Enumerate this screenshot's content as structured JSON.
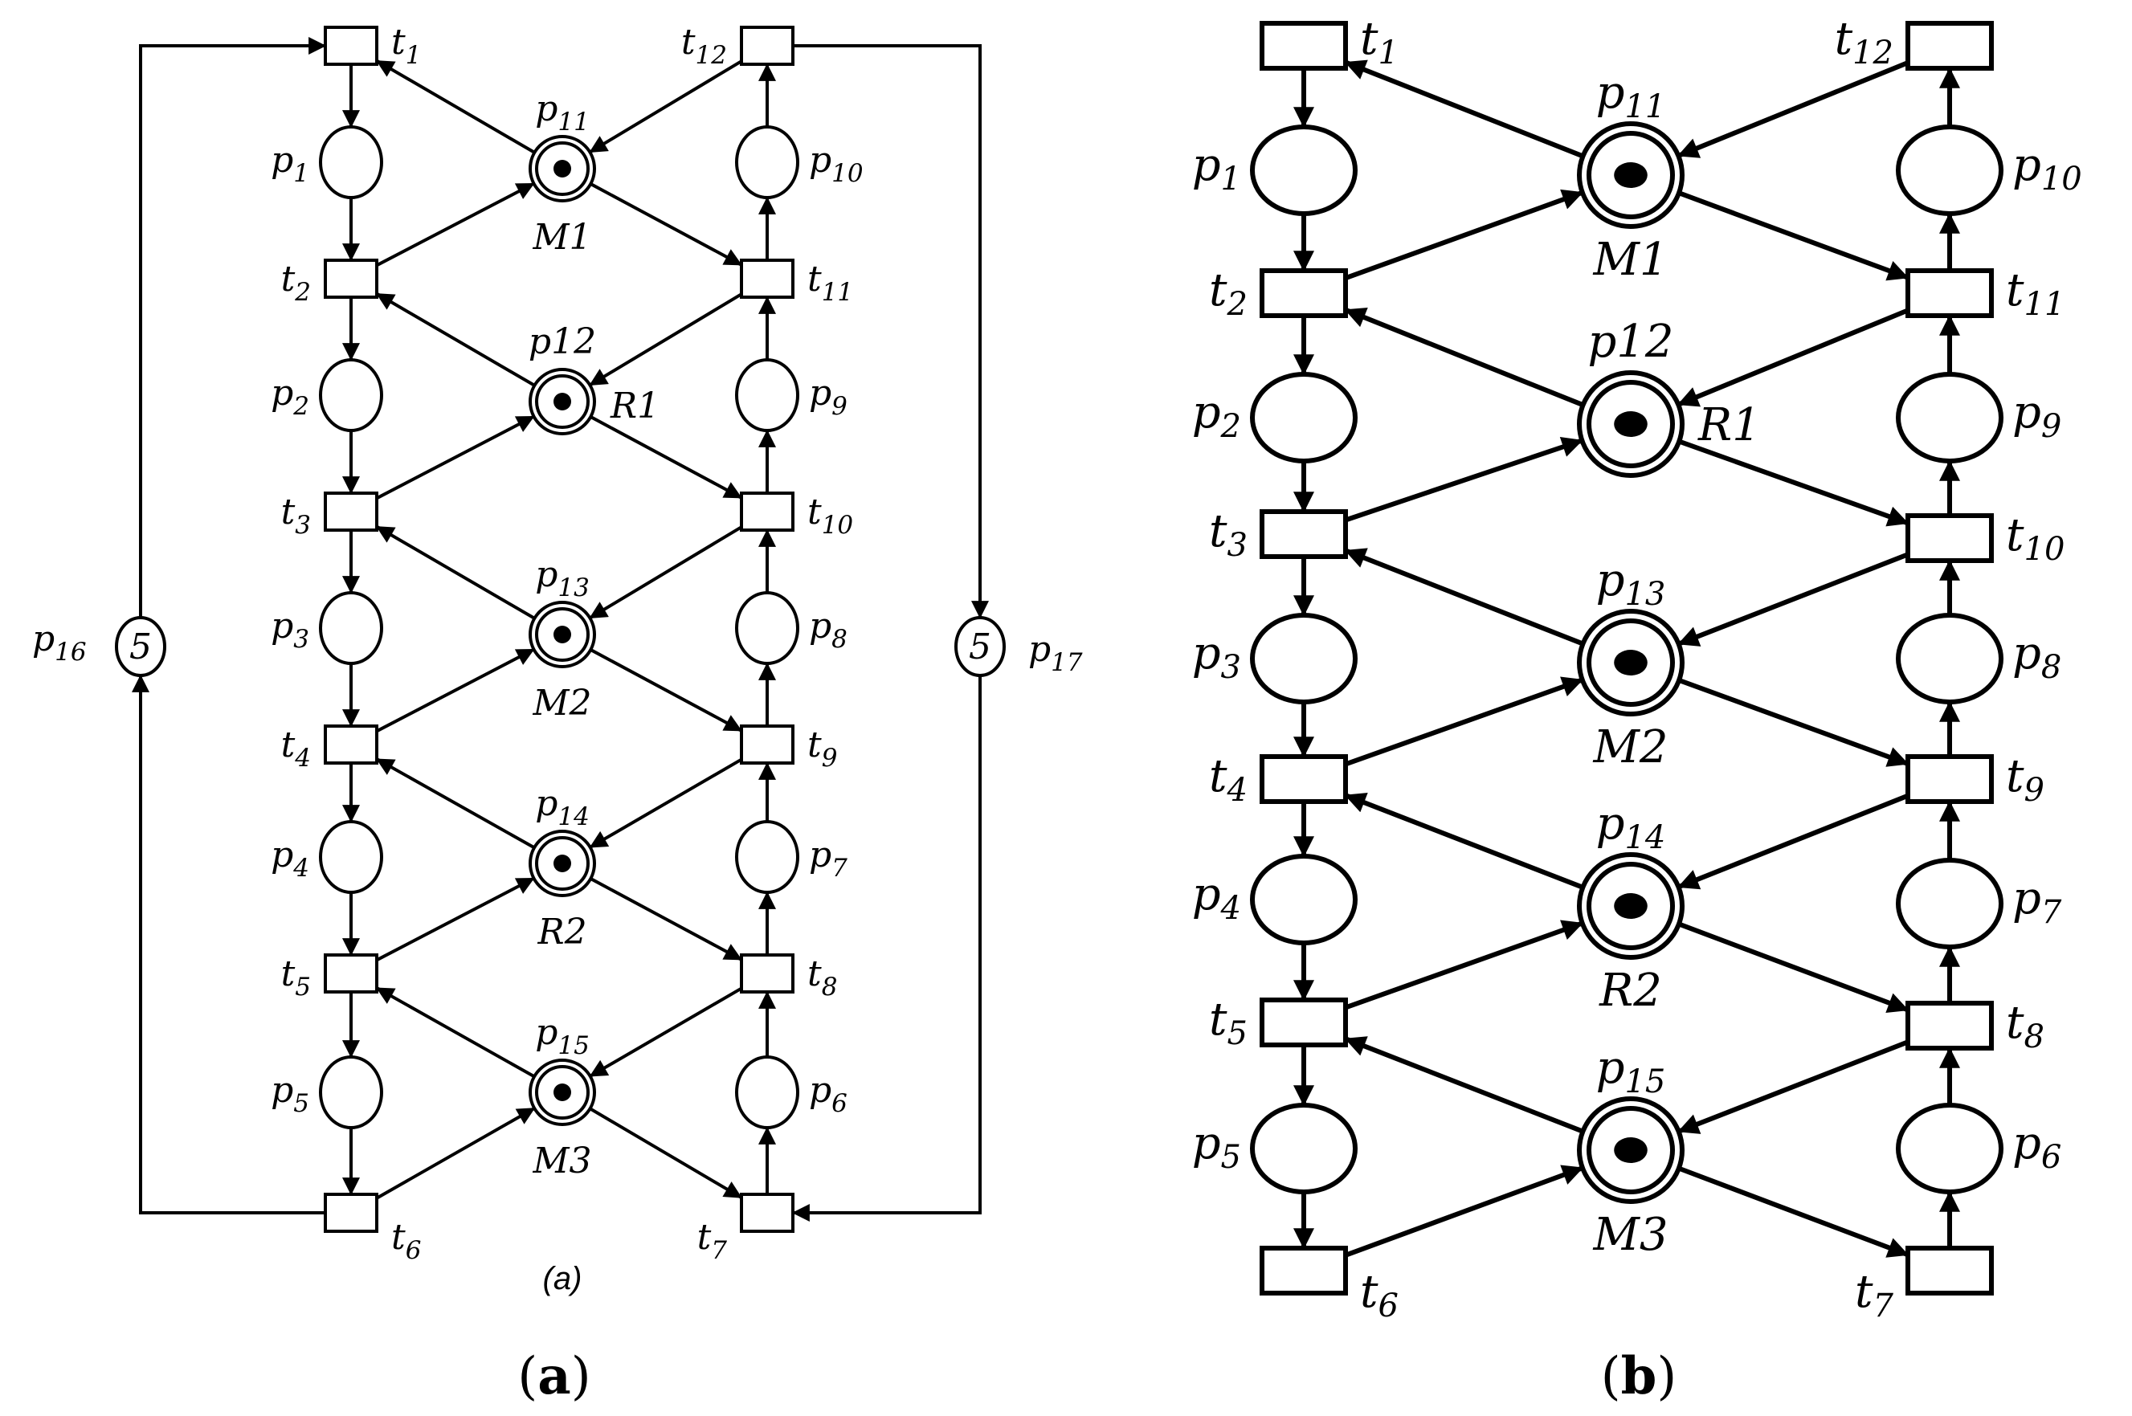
{
  "panels": [
    {
      "id": "a",
      "caption": "a",
      "inner_caption": "(a)",
      "places": {
        "p1": {
          "label": "p",
          "sub": "1"
        },
        "p2": {
          "label": "p",
          "sub": "2"
        },
        "p3": {
          "label": "p",
          "sub": "3"
        },
        "p4": {
          "label": "p",
          "sub": "4"
        },
        "p5": {
          "label": "p",
          "sub": "5"
        },
        "p6": {
          "label": "p",
          "sub": "6"
        },
        "p7": {
          "label": "p",
          "sub": "7"
        },
        "p8": {
          "label": "p",
          "sub": "8"
        },
        "p9": {
          "label": "p",
          "sub": "9"
        },
        "p10": {
          "label": "p",
          "sub": "10"
        },
        "p11": {
          "label": "p",
          "sub": "11",
          "tokens": 1,
          "resource": "M1"
        },
        "p12": {
          "label": "p12",
          "sub": "",
          "tokens": 1,
          "resource": "R1"
        },
        "p13": {
          "label": "p",
          "sub": "13",
          "tokens": 1,
          "resource": "M2"
        },
        "p14": {
          "label": "p",
          "sub": "14",
          "tokens": 1,
          "resource": "R2"
        },
        "p15": {
          "label": "p",
          "sub": "15",
          "tokens": 1,
          "resource": "M3"
        },
        "p16": {
          "label": "p",
          "sub": "16",
          "tokens_text": "5"
        },
        "p17": {
          "label": "p",
          "sub": "17",
          "tokens_text": "5"
        }
      },
      "transitions": {
        "t1": {
          "label": "t",
          "sub": "1"
        },
        "t2": {
          "label": "t",
          "sub": "2"
        },
        "t3": {
          "label": "t",
          "sub": "3"
        },
        "t4": {
          "label": "t",
          "sub": "4"
        },
        "t5": {
          "label": "t",
          "sub": "5"
        },
        "t6": {
          "label": "t",
          "sub": "6"
        },
        "t7": {
          "label": "t",
          "sub": "7"
        },
        "t8": {
          "label": "t",
          "sub": "8"
        },
        "t9": {
          "label": "t",
          "sub": "9"
        },
        "t10": {
          "label": "t",
          "sub": "10"
        },
        "t11": {
          "label": "t",
          "sub": "11"
        },
        "t12": {
          "label": "t",
          "sub": "12"
        }
      }
    },
    {
      "id": "b",
      "caption": "b",
      "places": {
        "p1": {
          "label": "p",
          "sub": "1"
        },
        "p2": {
          "label": "p",
          "sub": "2"
        },
        "p3": {
          "label": "p",
          "sub": "3"
        },
        "p4": {
          "label": "p",
          "sub": "4"
        },
        "p5": {
          "label": "p",
          "sub": "5"
        },
        "p6": {
          "label": "p",
          "sub": "6"
        },
        "p7": {
          "label": "p",
          "sub": "7"
        },
        "p8": {
          "label": "p",
          "sub": "8"
        },
        "p9": {
          "label": "p",
          "sub": "9"
        },
        "p10": {
          "label": "p",
          "sub": "10"
        },
        "p11": {
          "label": "p",
          "sub": "11",
          "tokens": 1,
          "resource": "M1"
        },
        "p12": {
          "label": "p12",
          "sub": "",
          "tokens": 1,
          "resource": "R1"
        },
        "p13": {
          "label": "p",
          "sub": "13",
          "tokens": 1,
          "resource": "M2"
        },
        "p14": {
          "label": "p",
          "sub": "14",
          "tokens": 1,
          "resource": "R2"
        },
        "p15": {
          "label": "p",
          "sub": "15",
          "tokens": 1,
          "resource": "M3"
        }
      },
      "transitions": {
        "t1": {
          "label": "t",
          "sub": "1"
        },
        "t2": {
          "label": "t",
          "sub": "2"
        },
        "t3": {
          "label": "t",
          "sub": "3"
        },
        "t4": {
          "label": "t",
          "sub": "4"
        },
        "t5": {
          "label": "t",
          "sub": "5"
        },
        "t6": {
          "label": "t",
          "sub": "6"
        },
        "t7": {
          "label": "t",
          "sub": "7"
        },
        "t8": {
          "label": "t",
          "sub": "8"
        },
        "t9": {
          "label": "t",
          "sub": "9"
        },
        "t10": {
          "label": "t",
          "sub": "10"
        },
        "t11": {
          "label": "t",
          "sub": "11"
        },
        "t12": {
          "label": "t",
          "sub": "12"
        }
      }
    }
  ],
  "arcs": [
    [
      "t1",
      "p1"
    ],
    [
      "p1",
      "t2"
    ],
    [
      "t2",
      "p2"
    ],
    [
      "p2",
      "t3"
    ],
    [
      "t3",
      "p3"
    ],
    [
      "p3",
      "t4"
    ],
    [
      "t4",
      "p4"
    ],
    [
      "p4",
      "t5"
    ],
    [
      "t5",
      "p5"
    ],
    [
      "p5",
      "t6"
    ],
    [
      "t7",
      "p6"
    ],
    [
      "p6",
      "t8"
    ],
    [
      "t8",
      "p7"
    ],
    [
      "p7",
      "t9"
    ],
    [
      "t9",
      "p8"
    ],
    [
      "p8",
      "t10"
    ],
    [
      "t10",
      "p9"
    ],
    [
      "p9",
      "t11"
    ],
    [
      "t11",
      "p10"
    ],
    [
      "p10",
      "t12"
    ],
    [
      "p11",
      "t1"
    ],
    [
      "t2",
      "p11"
    ],
    [
      "p11",
      "t11"
    ],
    [
      "t12",
      "p11"
    ],
    [
      "p12",
      "t2"
    ],
    [
      "t3",
      "p12"
    ],
    [
      "p12",
      "t10"
    ],
    [
      "t11",
      "p12"
    ],
    [
      "p13",
      "t3"
    ],
    [
      "t4",
      "p13"
    ],
    [
      "p13",
      "t9"
    ],
    [
      "t10",
      "p13"
    ],
    [
      "p14",
      "t4"
    ],
    [
      "t5",
      "p14"
    ],
    [
      "p14",
      "t8"
    ],
    [
      "t9",
      "p14"
    ],
    [
      "p15",
      "t5"
    ],
    [
      "t6",
      "p15"
    ],
    [
      "p15",
      "t7"
    ],
    [
      "t8",
      "p15"
    ]
  ],
  "colors": {
    "stroke": "#000000",
    "background": "#ffffff"
  }
}
